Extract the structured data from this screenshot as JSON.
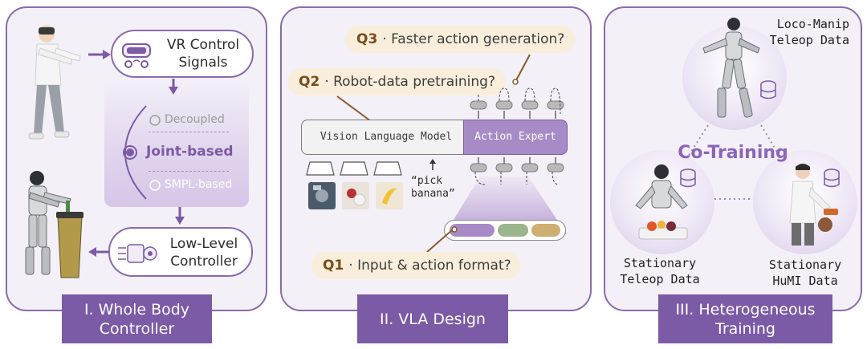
{
  "panel1": {
    "vr_box_label_line1": "VR Control",
    "vr_box_label_line2": "Signals",
    "option_decoupled": "Decoupled",
    "option_joint": "Joint-based",
    "option_smpl": "SMPL-based",
    "ll_box_line1": "Low-Level",
    "ll_box_line2": "Controller",
    "label_line1": "I. Whole Body",
    "label_line2": "Controller"
  },
  "panel2": {
    "q3_tag": "Q3",
    "q3_text": "· Faster action generation?",
    "q2_tag": "Q2",
    "q2_text": "· Robot-data pretraining?",
    "q1_tag": "Q1",
    "q1_text": "· Input & action format?",
    "vlm_label": "Vision Language Model",
    "action_expert_label": "Action Expert",
    "instruction_line1": "“pick",
    "instruction_line2": "banana”",
    "label": "II. VLA Design"
  },
  "panel3": {
    "top_caption_line1": "Loco-Manip",
    "top_caption_line2": "Teleop Data",
    "cotraining": "Co-Training",
    "left_caption_line1": "Stationary",
    "left_caption_line2": "Teleop Data",
    "right_caption_line1": "Stationary",
    "right_caption_line2": "HuMI Data",
    "label_line1": "III. Heterogeneous",
    "label_line2": "Training"
  },
  "colors": {
    "purple": "#7b5aa6",
    "light_purple": "#efe8f6",
    "pill": "#f8eedb",
    "token_purple": "#a78bc6",
    "token_green": "#9bb58c",
    "token_tan": "#cfae72"
  }
}
